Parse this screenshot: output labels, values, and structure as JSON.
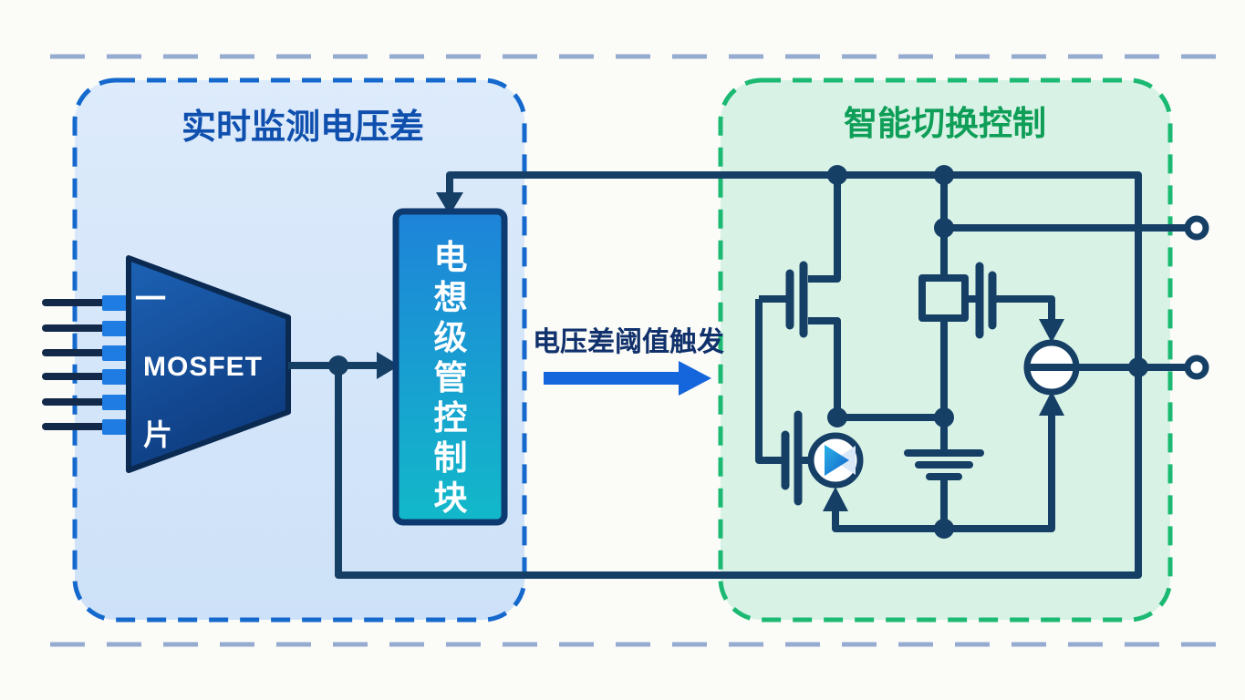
{
  "colors": {
    "background": "#fbfbf8",
    "outer_dash": "#96abd0",
    "panel_left_border": "#1569cd",
    "panel_left_fill_top": "#ddebfb",
    "panel_left_fill_bottom": "#cde1f8",
    "panel_right_border": "#1cb973",
    "panel_right_fill": "#d8f3e6",
    "title_left": "#0f4fae",
    "title_right": "#0f9e57",
    "chip_border": "#0a2a52",
    "chip_fill_top": "#1d62b5",
    "chip_fill_bottom": "#0e3c80",
    "pin_line": "#12294a",
    "pin_block": "#1e7ce2",
    "wire": "#163f66",
    "block_border": "#0d3a70",
    "block_fill_top": "#1e83d9",
    "block_fill_bottom": "#12b9c9",
    "trigger_arrow": "#1565dd",
    "trigger_text": "#10316b",
    "play_triangle_start": "#2bb3e8",
    "play_triangle_end": "#1261c9"
  },
  "panels": {
    "left": {
      "title": "实时监测电压差"
    },
    "right": {
      "title": "智能切换控制"
    }
  },
  "chip": {
    "mark": "一",
    "name": "MOSFET",
    "suffix": "片",
    "pin_count": 6
  },
  "control_block": {
    "label": "电想级管控制块"
  },
  "trigger": {
    "label": "电压差阈值触发"
  }
}
